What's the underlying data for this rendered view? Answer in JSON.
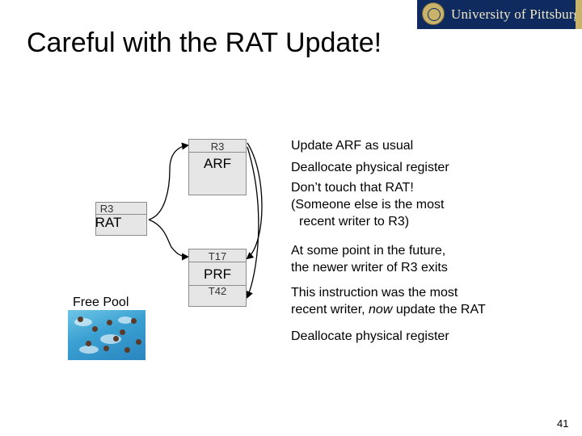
{
  "header": {
    "logo_text": "University of Pittsburgh",
    "title": "Careful with the RAT Update!"
  },
  "diagram": {
    "arf": {
      "row_label": "R3",
      "label": "ARF"
    },
    "rat": {
      "row_label": "R3",
      "label": "RAT"
    },
    "prf": {
      "row_label_top": "T17",
      "label": "PRF",
      "row_label_bottom": "T42"
    },
    "free_pool_label": "Free Pool"
  },
  "notes": {
    "n1": "Update ARF as usual",
    "n2": "Deallocate physical register",
    "n3": "Don’t touch that RAT!",
    "n4a": "(Someone else is the most",
    "n4b": "recent writer to R3)",
    "n5a": "At some point in the future,",
    "n5b": "the newer writer of R3 exits",
    "n6a": "This instruction was the most",
    "n6b_pre": "recent writer, ",
    "n6b_em": "now",
    "n6b_post": " update the RAT",
    "n7": "Deallocate physical register"
  },
  "footer": {
    "page_number": "41"
  },
  "colors": {
    "logo_bg": "#0e2a5e",
    "box_fill": "#e6e6e6",
    "box_border": "#8c8c8c"
  }
}
